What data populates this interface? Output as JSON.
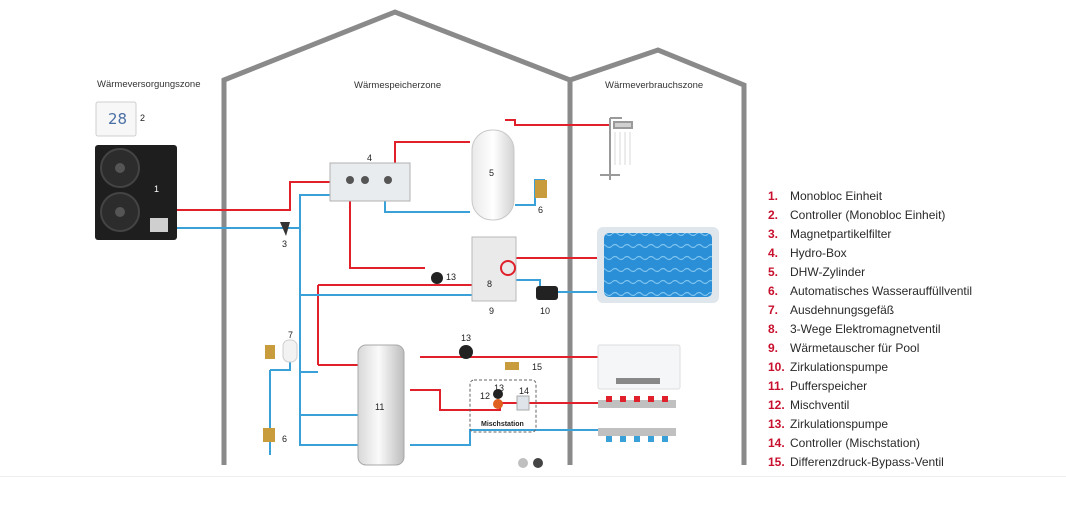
{
  "zones": {
    "supply": "Wärmeversorgungszone",
    "storage": "Wärmespeicherzone",
    "consumption": "Wärmeverbrauchszone"
  },
  "controller_display": "28",
  "mischstation_label": "Mischstation",
  "numbers": {
    "n1": "1",
    "n2": "2",
    "n3": "3",
    "n4": "4",
    "n5": "5",
    "n6a": "6",
    "n7": "7",
    "n6b": "6",
    "n8": "8",
    "n9": "9",
    "n10": "10",
    "n11": "11",
    "n12": "12",
    "n13a": "13",
    "n13b": "13",
    "n13c": "13",
    "n14": "14",
    "n15": "15"
  },
  "legend": [
    {
      "num": "1.",
      "label": "Monobloc Einheit"
    },
    {
      "num": "2.",
      "label": "Controller (Monobloc Einheit)"
    },
    {
      "num": "3.",
      "label": "Magnetpartikelfilter"
    },
    {
      "num": "4.",
      "label": "Hydro-Box"
    },
    {
      "num": "5.",
      "label": "DHW-Zylinder"
    },
    {
      "num": "6.",
      "label": "Automatisches Wasserauffüllventil"
    },
    {
      "num": "7.",
      "label": "Ausdehnungsgefäß"
    },
    {
      "num": "8.",
      "label": "3-Wege Elektromagnetventil"
    },
    {
      "num": "9.",
      "label": "Wärmetauscher für Pool"
    },
    {
      "num": "10.",
      "label": "Zirkulationspumpe"
    },
    {
      "num": "11.",
      "label": "Pufferspeicher"
    },
    {
      "num": "12.",
      "label": "Mischventil"
    },
    {
      "num": "13.",
      "label": "Zirkulationspumpe"
    },
    {
      "num": "14.",
      "label": "Controller (Mischstation)"
    },
    {
      "num": "15.",
      "label": "Differenzdruck-Bypass-Ventil"
    }
  ],
  "colors": {
    "hot_pipe": "#e0202a",
    "cold_pipe": "#3aa0d8",
    "wall": "#8a8a8a",
    "legend_number": "#c8102e",
    "pool_water": "#2a8fd6"
  }
}
